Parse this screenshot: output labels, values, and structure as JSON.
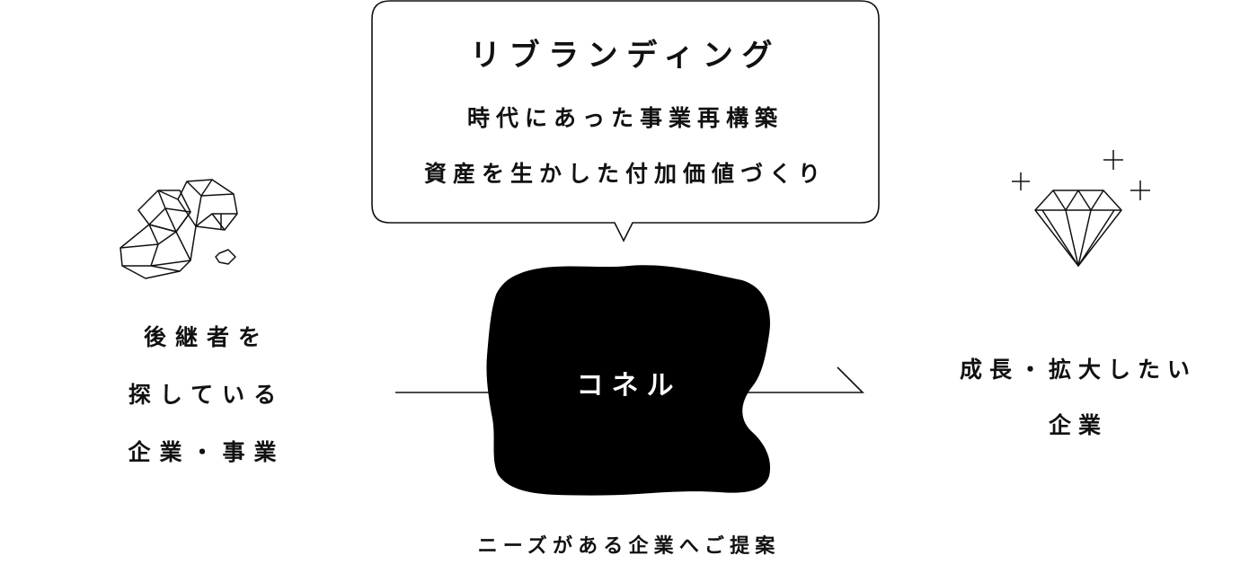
{
  "bubble": {
    "title": "リブランディング",
    "line1": "時代にあった事業再構築",
    "line2": "資産を生かした付加価値づくり"
  },
  "left": {
    "line1": "後継者を",
    "line2": "探している",
    "line3": "企業・事業"
  },
  "center": {
    "label": "コネル",
    "caption": "ニーズがある企業へご提案"
  },
  "right": {
    "line1": "成長・拡大したい",
    "line2": "企業"
  },
  "icons": {
    "left": "rough-stones-icon",
    "right": "diamond-icon"
  },
  "colors": {
    "ink": "#111111",
    "background": "#ffffff"
  }
}
